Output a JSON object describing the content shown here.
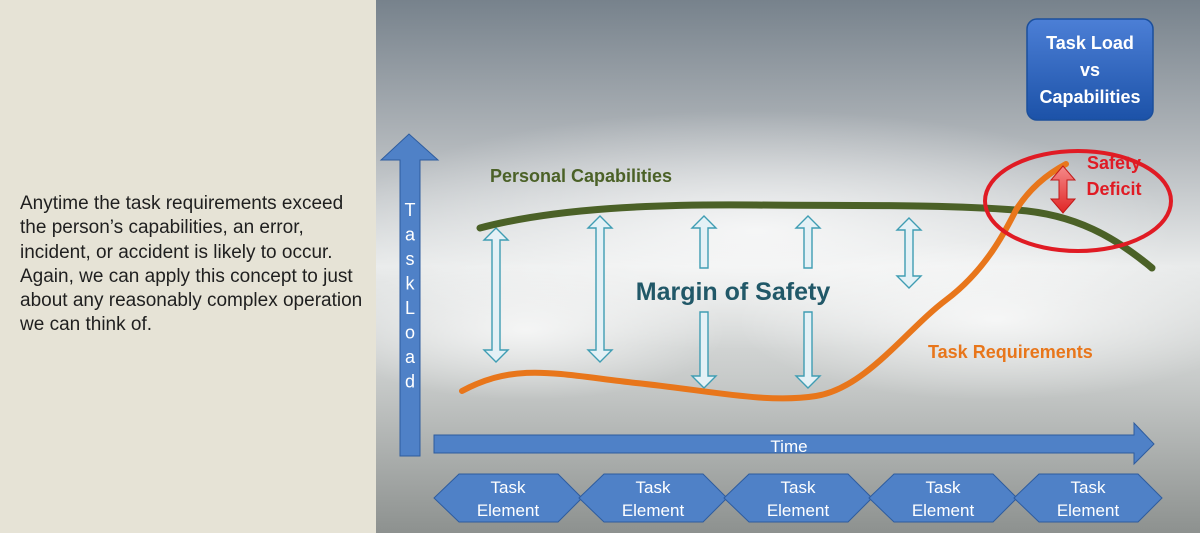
{
  "caption": "Anytime the task requirements exceed the person’s capabilities, an error, incident, or accident is likely to occur. Again, we can apply this concept to just about any reasonably complex operation we can think of.",
  "title_box": {
    "line1": "Task Load",
    "line2": "vs",
    "line3": "Capabilities"
  },
  "labels": {
    "personal_capabilities": "Personal Capabilities",
    "task_requirements": "Task Requirements",
    "margin_of_safety": "Margin of Safety",
    "safety_deficit_line1": "Safety",
    "safety_deficit_line2": "Deficit",
    "time_axis": "Time"
  },
  "y_axis_letters": [
    "T",
    "a",
    "s",
    "k",
    "L",
    "o",
    "a",
    "d"
  ],
  "task_elements": [
    {
      "line1": "Task",
      "line2": "Element"
    },
    {
      "line1": "Task",
      "line2": "Element"
    },
    {
      "line1": "Task",
      "line2": "Element"
    },
    {
      "line1": "Task",
      "line2": "Element"
    },
    {
      "line1": "Task",
      "line2": "Element"
    }
  ],
  "colors": {
    "capabilities_line": "#4b6127",
    "requirements_line": "#e8761b",
    "axis_blue": "#4f81c7",
    "deficit_red": "#e01b24",
    "margin_text": "#215868",
    "left_panel_bg": "#e6e3d6"
  }
}
